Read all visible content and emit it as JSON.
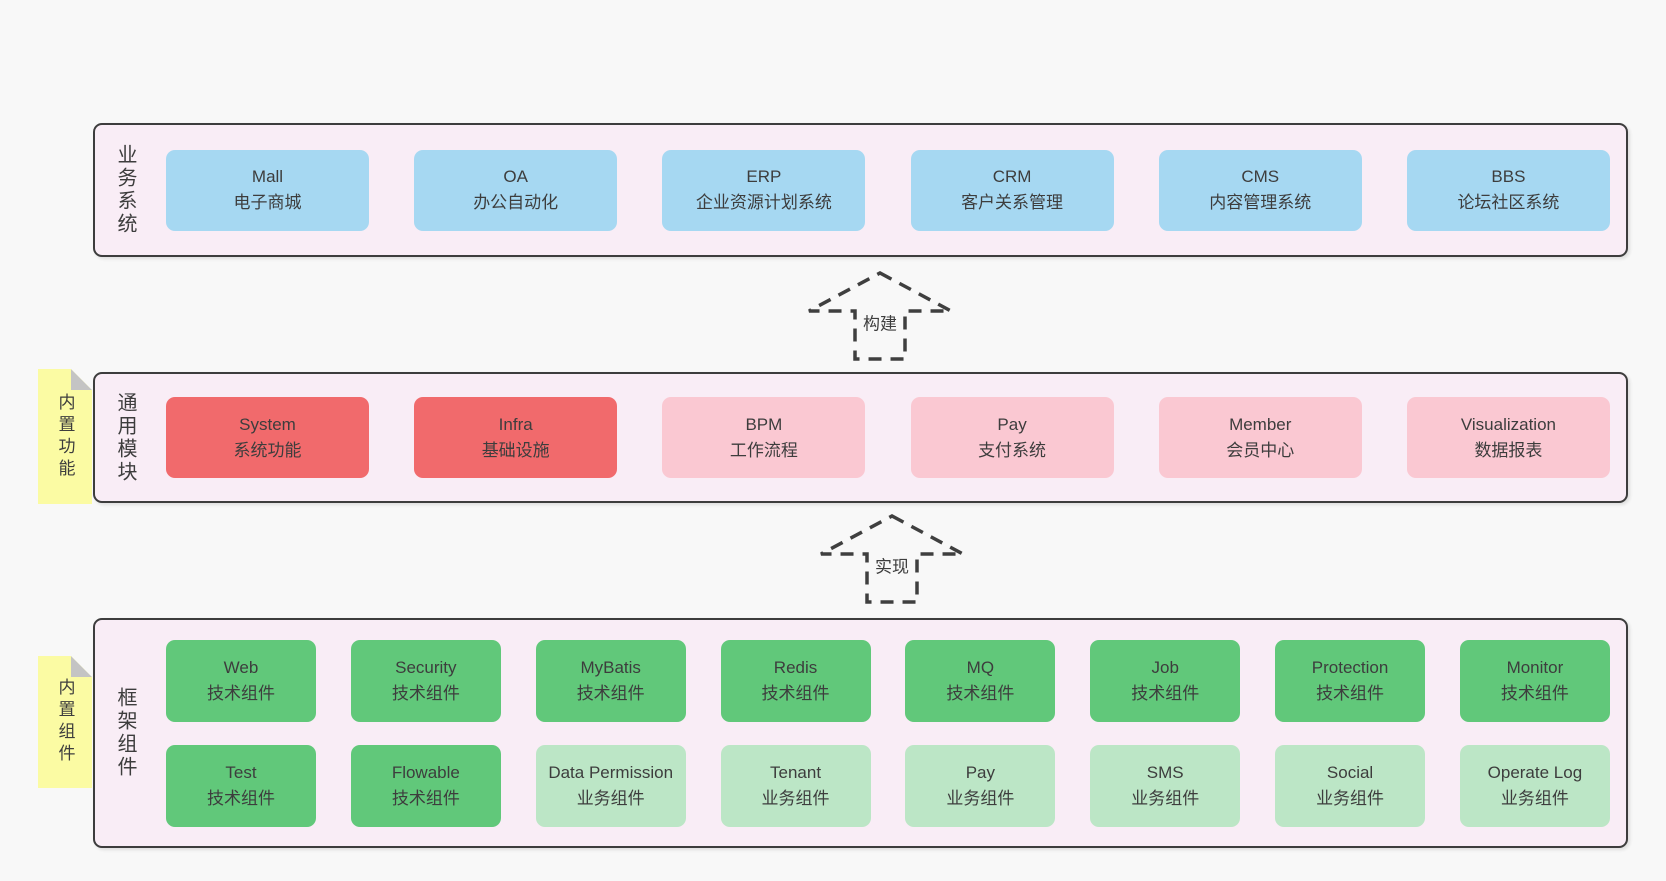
{
  "colors": {
    "page_bg": "#f8f8f8",
    "band_bg": "#f9edf6",
    "border": "#3d3d3d",
    "text": "#3d3d3d",
    "box_blue": "#a6d8f2",
    "box_red": "#f16a6c",
    "box_pink": "#fac8d2",
    "box_green": "#61c87a",
    "box_lightgreen": "#bce6c6",
    "sticky": "#fbfba3",
    "fold": "#c4c4c4",
    "arrow_stroke": "#3f3f3f"
  },
  "bands": [
    {
      "label": "业务系统",
      "boxes": [
        {
          "name": "Mall",
          "desc": "电子商城"
        },
        {
          "name": "OA",
          "desc": "办公自动化"
        },
        {
          "name": "ERP",
          "desc": "企业资源计划系统"
        },
        {
          "name": "CRM",
          "desc": "客户关系管理"
        },
        {
          "name": "CMS",
          "desc": "内容管理系统"
        },
        {
          "name": "BBS",
          "desc": "论坛社区系统"
        }
      ]
    },
    {
      "label": "通用模块",
      "note": "内置功能",
      "boxes": [
        {
          "name": "System",
          "desc": "系统功能"
        },
        {
          "name": "Infra",
          "desc": "基础设施"
        },
        {
          "name": "BPM",
          "desc": "工作流程"
        },
        {
          "name": "Pay",
          "desc": "支付系统"
        },
        {
          "name": "Member",
          "desc": "会员中心"
        },
        {
          "name": "Visualization",
          "desc": "数据报表"
        }
      ]
    },
    {
      "label": "框架组件",
      "note": "内置组件",
      "rows": [
        [
          {
            "name": "Web",
            "desc": "技术组件"
          },
          {
            "name": "Security",
            "desc": "技术组件"
          },
          {
            "name": "MyBatis",
            "desc": "技术组件"
          },
          {
            "name": "Redis",
            "desc": "技术组件"
          },
          {
            "name": "MQ",
            "desc": "技术组件"
          },
          {
            "name": "Job",
            "desc": "技术组件"
          },
          {
            "name": "Protection",
            "desc": "技术组件"
          },
          {
            "name": "Monitor",
            "desc": "技术组件"
          }
        ],
        [
          {
            "name": "Test",
            "desc": "技术组件"
          },
          {
            "name": "Flowable",
            "desc": "技术组件"
          },
          {
            "name": "Data Permission",
            "desc": "业务组件"
          },
          {
            "name": "Tenant",
            "desc": "业务组件"
          },
          {
            "name": "Pay",
            "desc": "业务组件"
          },
          {
            "name": "SMS",
            "desc": "业务组件"
          },
          {
            "name": "Social",
            "desc": "业务组件"
          },
          {
            "name": "Operate Log",
            "desc": "业务组件"
          }
        ]
      ]
    }
  ],
  "arrows": [
    {
      "label": "构建"
    },
    {
      "label": "实现"
    }
  ]
}
